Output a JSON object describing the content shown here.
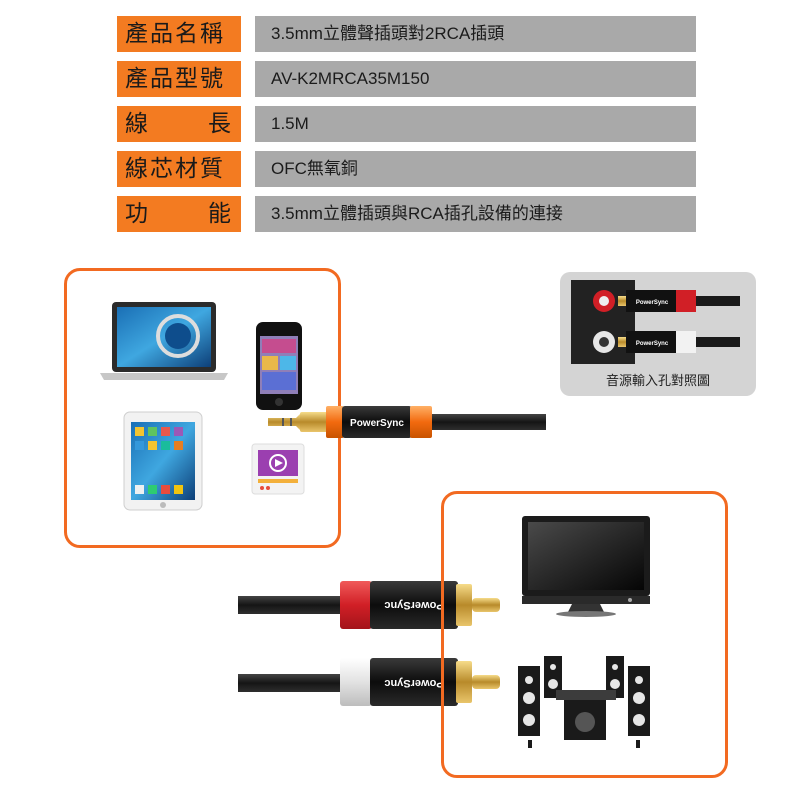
{
  "specs": [
    {
      "label": "產品名稱",
      "value": "3.5mm立體聲插頭對2RCA插頭"
    },
    {
      "label": "產品型號",
      "value": "AV-K2MRCA35M150"
    },
    {
      "label": "線　　長",
      "value": "1.5M"
    },
    {
      "label": "線芯材質",
      "value": "OFC無氧銅"
    },
    {
      "label": "功　　能",
      "value": "3.5mm立體插頭與RCA插孔設備的連接"
    }
  ],
  "labels_spread": {
    "line_length": [
      "線",
      "長"
    ],
    "function": [
      "功",
      "能"
    ]
  },
  "brand": "PowerSync",
  "reference_caption": "音源輸入孔對照圖",
  "colors": {
    "accent": "#f37b21",
    "value_bg": "#a9a9a9",
    "box_border": "#f26a21",
    "rca_red": "#d9232a",
    "rca_white": "#e8e8e8",
    "cable": "#1e1e1e"
  },
  "icons": [
    "laptop-icon",
    "smartphone-icon",
    "tablet-icon",
    "media-player-icon",
    "tv-icon",
    "speaker-system-icon"
  ]
}
